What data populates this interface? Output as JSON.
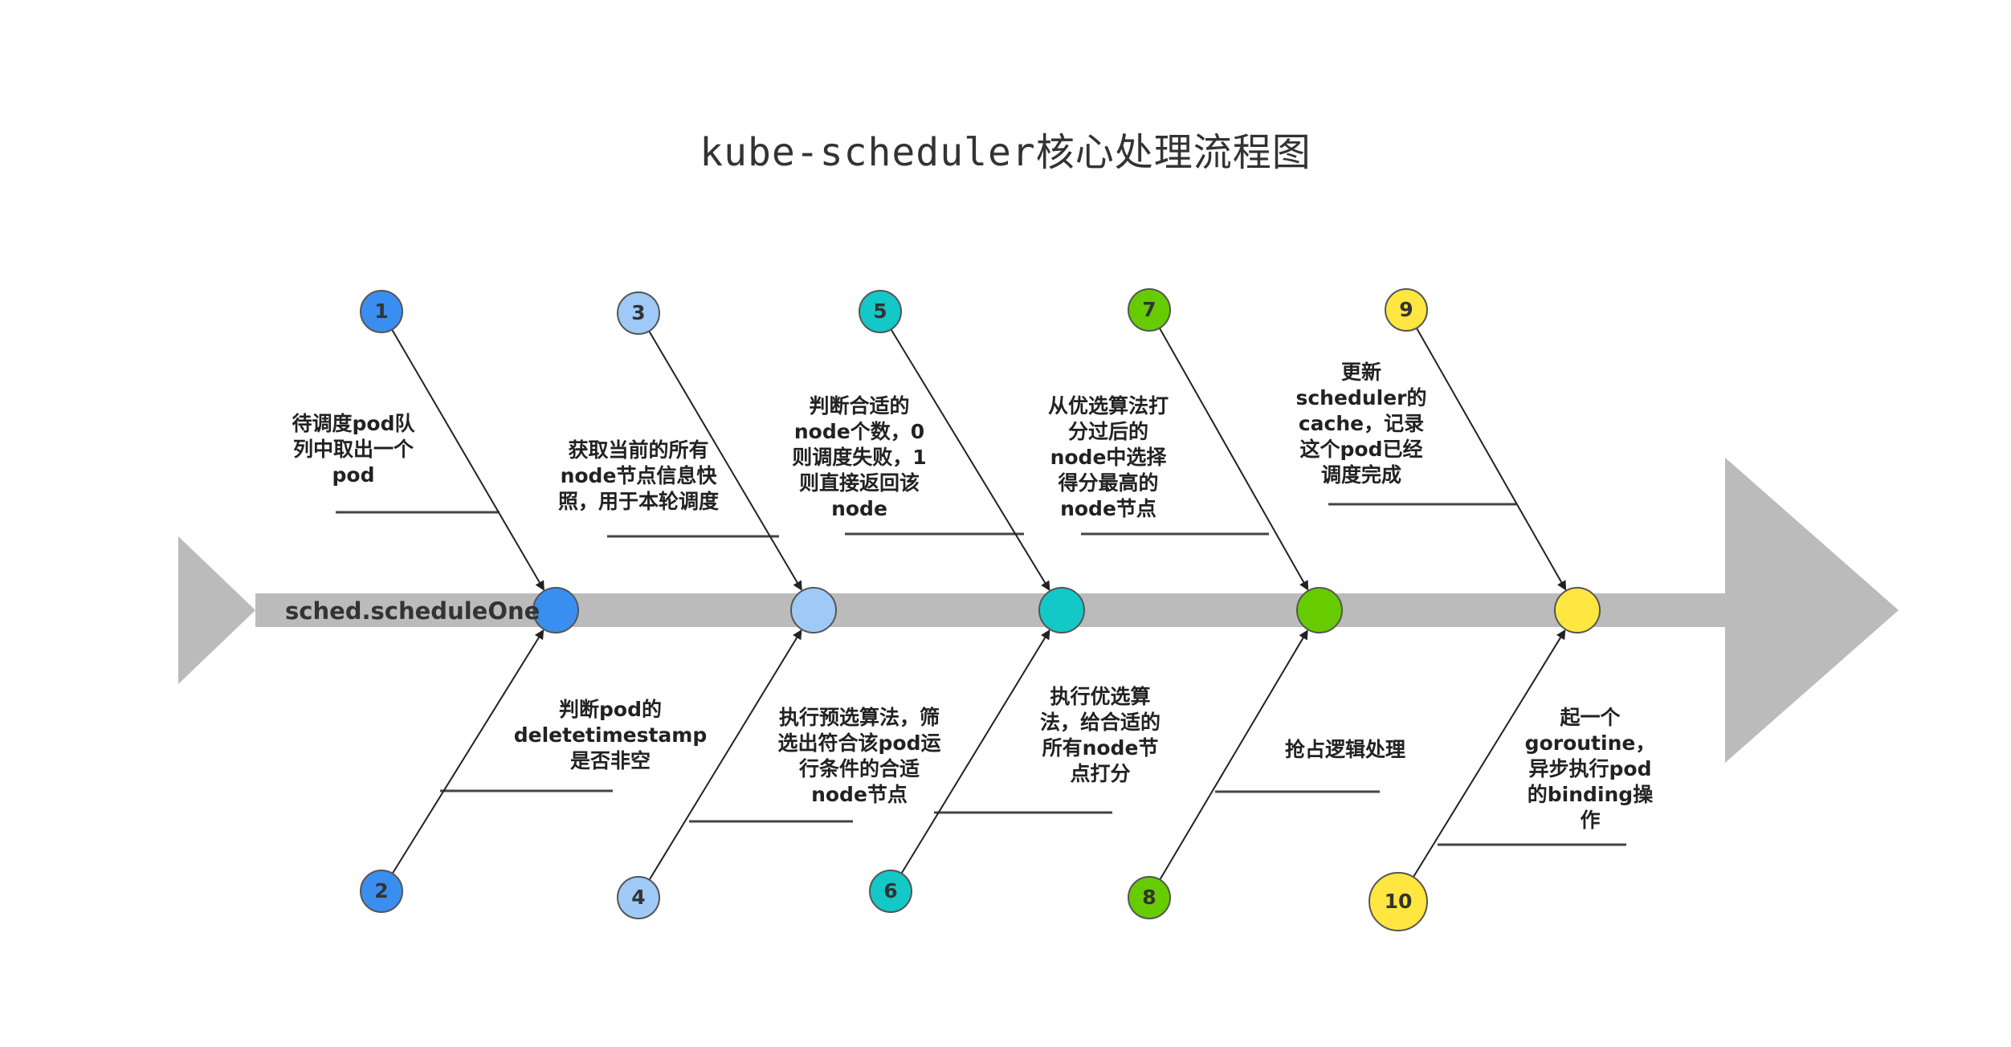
{
  "title": "kube-scheduler核心处理流程图",
  "spine_label": "sched.scheduleOne",
  "steps": [
    {
      "num": "1",
      "text": "待调度pod队\n列中取出一个\npod",
      "color": "#3a8ef0"
    },
    {
      "num": "2",
      "text": "判断pod的\ndeletetimestamp\n是否非空",
      "color": "#3a8ef0"
    },
    {
      "num": "3",
      "text": "获取当前的所有\nnode节点信息快\n照，用于本轮调度",
      "color": "#9fcaf7"
    },
    {
      "num": "4",
      "text": "执行预选算法，筛\n选出符合该pod运\n行条件的合适\nnode节点",
      "color": "#9fcaf7"
    },
    {
      "num": "5",
      "text": "判断合适的\nnode个数，0\n则调度失败，1\n则直接返回该\nnode",
      "color": "#14c8c8"
    },
    {
      "num": "6",
      "text": "执行优选算\n法，给合适的\n所有node节\n点打分",
      "color": "#14c8c8"
    },
    {
      "num": "7",
      "text": "从优选算法打\n分过后的\nnode中选择\n得分最高的\nnode节点",
      "color": "#66cc00"
    },
    {
      "num": "8",
      "text": "抢占逻辑处理",
      "color": "#66cc00"
    },
    {
      "num": "9",
      "text": "更新\nscheduler的\ncache，记录\n这个pod已经\n调度完成",
      "color": "#ffe640"
    },
    {
      "num": "10",
      "text": "起一个\ngoroutine，\n异步执行pod\n的binding操\n作",
      "color": "#ffe640"
    }
  ]
}
